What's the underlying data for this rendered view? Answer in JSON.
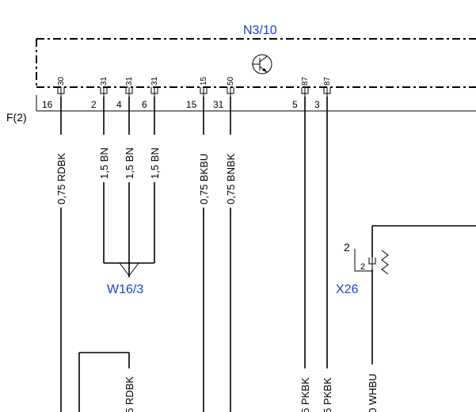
{
  "module": {
    "name": "N3/10"
  },
  "connector_ref": "F(2)",
  "pins": [
    {
      "pin": "30",
      "position": "16",
      "wire": "0,75 RDBK"
    },
    {
      "pin": "31",
      "position": "2",
      "wire": "1,5 BN"
    },
    {
      "pin": "31",
      "position": "4",
      "wire": "1,5 BN"
    },
    {
      "pin": "31",
      "position": "6",
      "wire": "1,5 BN"
    },
    {
      "pin": "15",
      "position": "15",
      "wire": "0,75 BKBU"
    },
    {
      "pin": "50",
      "position": "31",
      "wire": "0,75 BNBK"
    },
    {
      "pin": "87",
      "position": "5",
      "wire": ""
    },
    {
      "pin": "87",
      "position": "3",
      "wire": ""
    }
  ],
  "ground_point": {
    "name": "W16/3"
  },
  "connector_x26": {
    "name": "X26",
    "pin_outer": "2",
    "pin_inner": "2"
  },
  "bottom_wires": [
    {
      "label": "5 RDBK"
    },
    {
      "label": "5 PKBK"
    },
    {
      "label": "5 PKBK"
    },
    {
      "label": "0 WHBU"
    }
  ]
}
